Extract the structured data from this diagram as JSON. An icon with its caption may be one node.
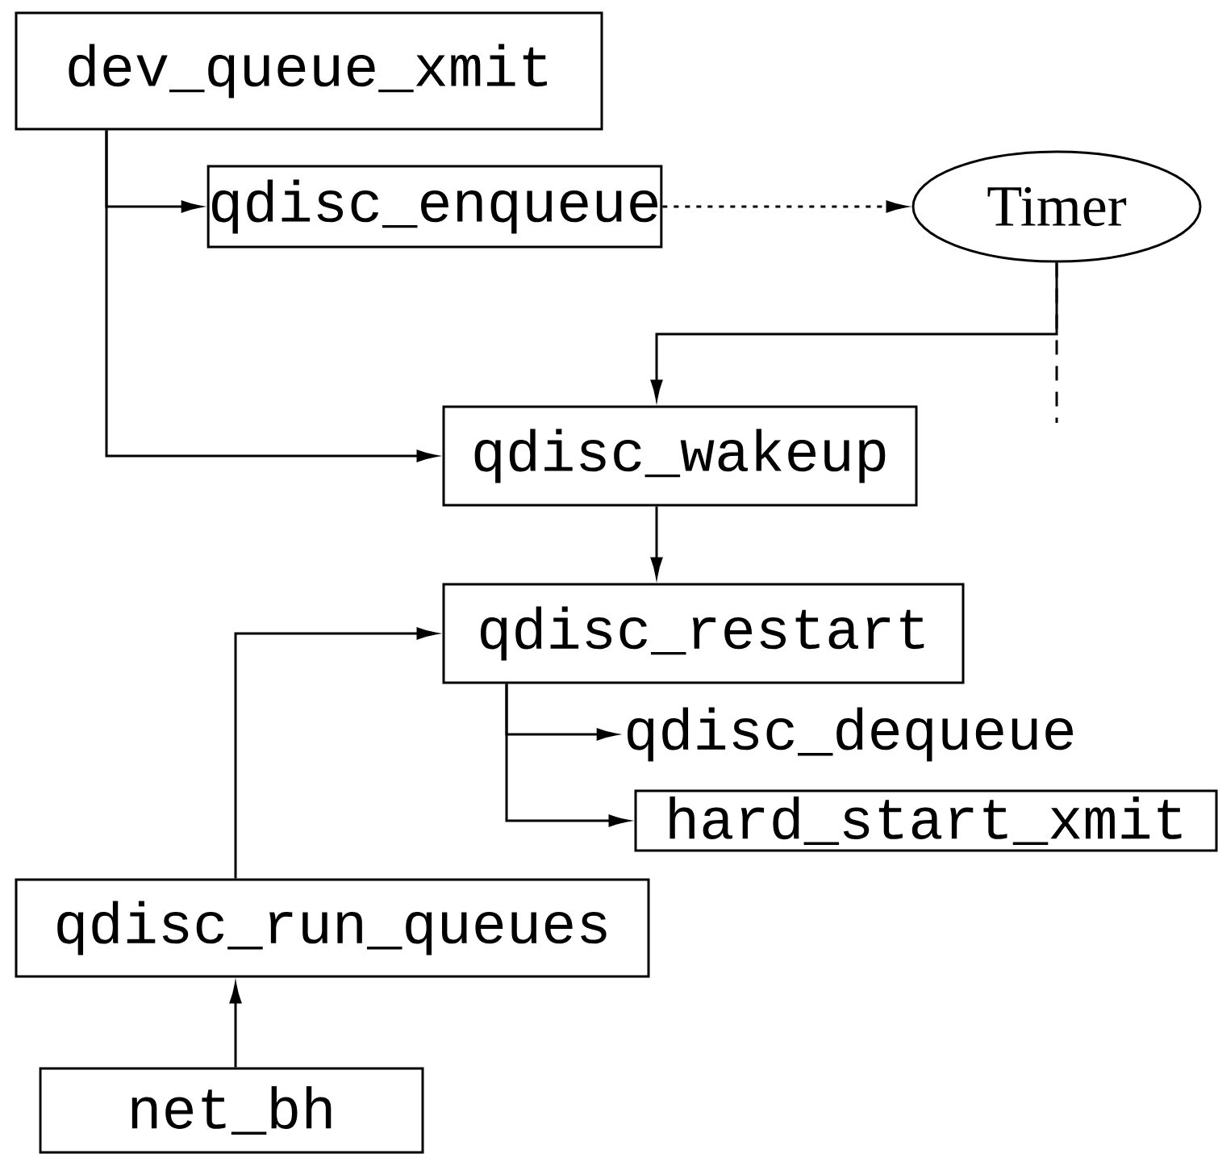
{
  "diagram": {
    "nodes": [
      {
        "text": [
          "dev_queue_xmit"
        ]
      },
      {
        "text": [
          "qdisc_enqueue"
        ]
      },
      {
        "text": [
          "Timer"
        ]
      },
      {
        "text": [
          "qdisc_wakeup"
        ]
      },
      {
        "text": [
          "qdisc_restart"
        ]
      },
      {
        "text": [
          "qdisc_dequeue"
        ]
      },
      {
        "text": [
          "hard_start_xmit"
        ]
      },
      {
        "text": [
          "qdisc_run_queues"
        ]
      },
      {
        "text": [
          "net_bh"
        ]
      }
    ],
    "edges": [
      {
        "from": 0,
        "to": 1,
        "arrow": "to"
      },
      {
        "from": 0,
        "to": 3,
        "arrow": "to"
      },
      {
        "from": 1,
        "to": 2,
        "arrow": "to",
        "style": "dashed"
      },
      {
        "from": 2,
        "to": null,
        "arrow": "none",
        "style": "dashed"
      },
      {
        "from": 2,
        "to": 3,
        "arrow": "to"
      },
      {
        "from": 3,
        "to": 4,
        "arrow": "to"
      },
      {
        "from": 7,
        "to": 4,
        "arrow": "to"
      },
      {
        "from": 4,
        "to": 5,
        "arrow": "to"
      },
      {
        "from": 4,
        "to": 6,
        "arrow": "to"
      },
      {
        "from": 8,
        "to": 7,
        "arrow": "to"
      }
    ]
  }
}
